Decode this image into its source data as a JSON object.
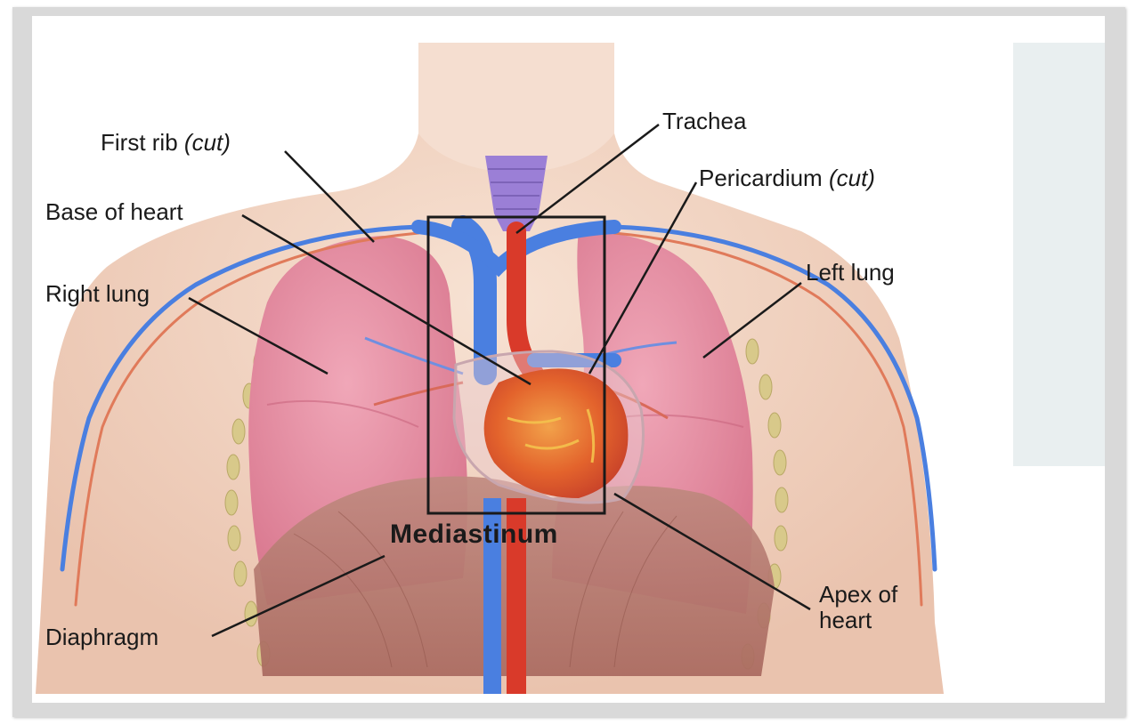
{
  "labels": {
    "first_rib": "First rib",
    "first_rib_note": "(cut)",
    "trachea": "Trachea",
    "pericardium": "Pericardium",
    "pericardium_note": "(cut)",
    "base_of_heart": "Base of heart",
    "right_lung": "Right lung",
    "left_lung": "Left lung",
    "mediastinum": "Mediastinum",
    "diaphragm": "Diaphragm",
    "apex_line1": "Apex of",
    "apex_line2": "heart"
  },
  "colors": {
    "skin": "#f3d9c8",
    "lung": "#e58fa3",
    "diaphragm": "#b47a6e",
    "vein": "#4a7fe0",
    "artery": "#d93a2a",
    "heart": "#e36b2e",
    "trachea": "#9b7fd6",
    "box": "#1a1a1a"
  }
}
